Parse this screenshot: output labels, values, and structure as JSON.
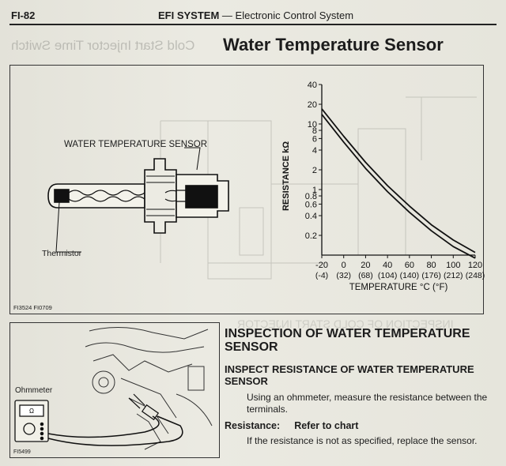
{
  "header": {
    "page_number": "FI-82",
    "section": "EFI SYSTEM",
    "dash": "—",
    "subsection": "Electronic Control System"
  },
  "title": "Water Temperature Sensor",
  "figure1": {
    "sensor_label": "WATER TEMPERATURE SENSOR",
    "thermistor_label": "Thermistor",
    "figure_code": "FI3524  FI0709"
  },
  "chart_data": {
    "type": "line",
    "xlabel": "TEMPERATURE °C (°F)",
    "ylabel": "RESISTANCE kΩ",
    "y_scale": "log",
    "xlim": [
      -20,
      120
    ],
    "ylim": [
      0.1,
      40
    ],
    "x_ticks": [
      -20,
      0,
      20,
      40,
      60,
      80,
      100,
      120
    ],
    "x_tick_labels_c": [
      "-20",
      "0",
      "20",
      "40",
      "60",
      "80",
      "100",
      "120"
    ],
    "x_tick_labels_f": [
      "(-4)",
      "(32)",
      "(68)",
      "(104)",
      "(140)",
      "(176)",
      "(212)",
      "(248)"
    ],
    "y_ticks": [
      40,
      20,
      10,
      8,
      6,
      4,
      2,
      1,
      0.8,
      0.6,
      0.4,
      0.2
    ],
    "y_tick_labels": [
      "40",
      "20",
      "10",
      "8",
      "6",
      "4",
      "2",
      "1",
      "0.8",
      "0.6",
      "0.4",
      "0.2"
    ],
    "grid": false,
    "series": [
      {
        "x": [
          -20,
          0,
          20,
          40,
          60,
          80,
          100,
          120
        ],
        "y": [
          17,
          6.5,
          2.6,
          1.15,
          0.56,
          0.29,
          0.17,
          0.11
        ]
      },
      {
        "x": [
          -20,
          0,
          20,
          40,
          60,
          80,
          100,
          120
        ],
        "y": [
          14,
          5.3,
          2.1,
          0.93,
          0.45,
          0.235,
          0.135,
          0.09
        ]
      }
    ]
  },
  "figure2": {
    "ohmmeter_label": "Ohmmeter",
    "figure_code": "FI5499"
  },
  "inspection": {
    "heading": "INSPECTION OF WATER TEMPERATURE SENSOR",
    "subheading": "INSPECT RESISTANCE OF WATER TEMPERATURE SENSOR",
    "step": "Using an ohmmeter, measure the resistance between the terminals.",
    "resistance_label": "Resistance:",
    "resistance_value": "Refer to chart",
    "note": "If the resistance is not as specified, replace the sensor."
  },
  "bleed_through": {
    "top": "Cold Start Injector Time Switch",
    "bottom": "INSPECTION OF COLD START INJECTOR"
  }
}
